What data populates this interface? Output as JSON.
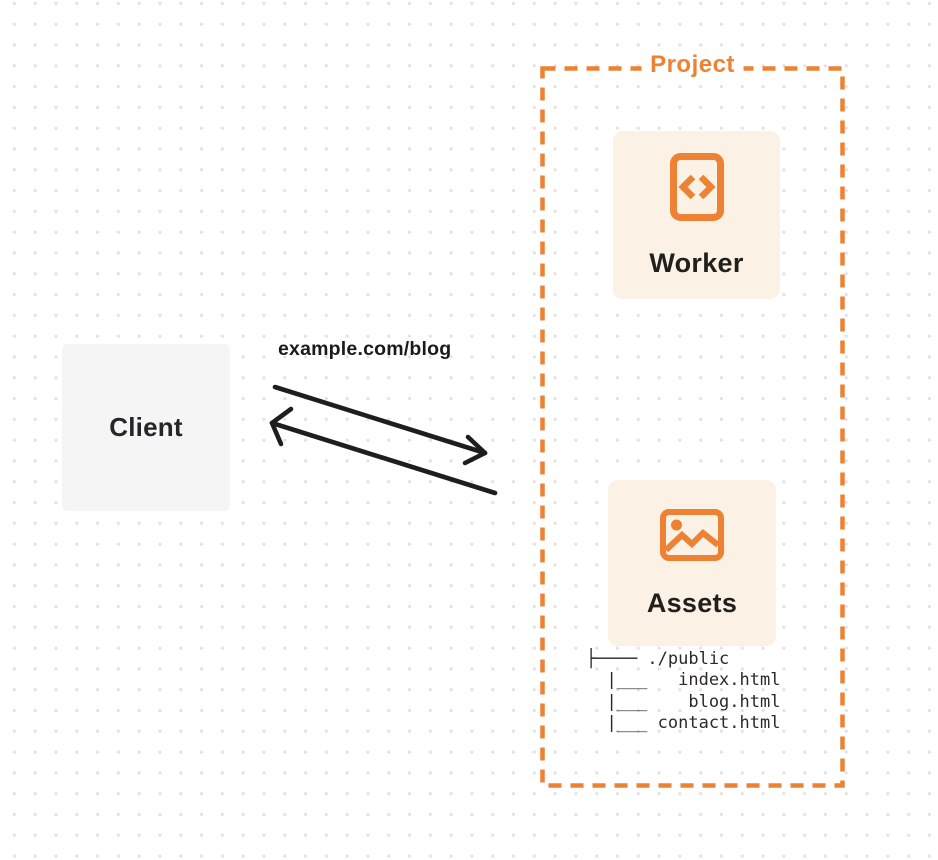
{
  "colors": {
    "accent": "#EE8234",
    "card-bg": "#FBF1E4",
    "client-bg": "#F5F5F6",
    "ink": "#242420",
    "line": "#1E1E1E",
    "dot": "#E2E2E6"
  },
  "client": {
    "label": "Client"
  },
  "request": {
    "url_label": "example.com/blog"
  },
  "project": {
    "title": "Project",
    "worker_card": {
      "label": "Worker",
      "icon": "code-brackets-document-icon"
    },
    "assets_card": {
      "label": "Assets",
      "icon": "image-icon"
    },
    "file_tree": {
      "root": "./public",
      "files": [
        "index.html",
        "blog.html",
        "contact.html"
      ],
      "lines": [
        "├──── ./public",
        "  |___   index.html",
        "  |___    blog.html",
        "  |___ contact.html"
      ]
    }
  }
}
